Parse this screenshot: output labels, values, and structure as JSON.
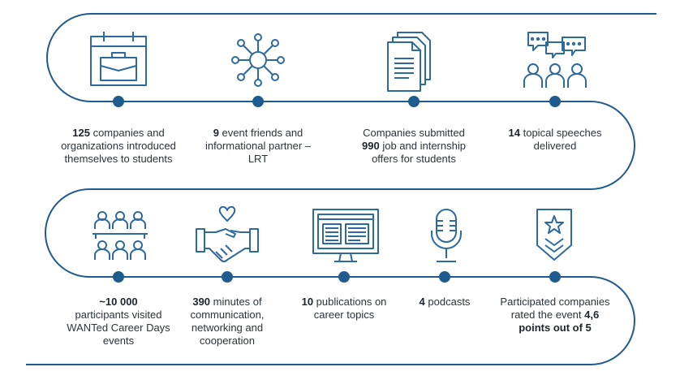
{
  "colors": {
    "path": "#1f5b8e",
    "icon": "#2c6aa0",
    "text": "#2b3440"
  },
  "milestones": [
    {
      "icon": "briefcase-calendar-icon",
      "parts": [
        {
          "text": "125",
          "bold": true
        },
        {
          "text": " companies and organizations introduced themselves to students",
          "bold": false
        }
      ]
    },
    {
      "icon": "network-hub-icon",
      "parts": [
        {
          "text": "9",
          "bold": true
        },
        {
          "text": " event friends and informational partner – LRT",
          "bold": false
        }
      ]
    },
    {
      "icon": "documents-icon",
      "parts": [
        {
          "text": "Companies submitted ",
          "bold": false
        },
        {
          "text": "990",
          "bold": true
        },
        {
          "text": " job and internship offers for students",
          "bold": false
        }
      ]
    },
    {
      "icon": "people-speech-bubbles-icon",
      "parts": [
        {
          "text": "14",
          "bold": true
        },
        {
          "text": " topical speeches delivered",
          "bold": false
        }
      ]
    },
    {
      "icon": "audience-icon",
      "parts": [
        {
          "text": "~10 000",
          "bold": true
        },
        {
          "text": " participants visited WANTed Career Days events",
          "bold": false
        }
      ]
    },
    {
      "icon": "handshake-heart-icon",
      "parts": [
        {
          "text": "390",
          "bold": true
        },
        {
          "text": " minutes of communication, networking and cooperation",
          "bold": false
        }
      ]
    },
    {
      "icon": "computer-screen-icon",
      "parts": [
        {
          "text": "10",
          "bold": true
        },
        {
          "text": " publications on career topics",
          "bold": false
        }
      ]
    },
    {
      "icon": "microphone-icon",
      "parts": [
        {
          "text": "4",
          "bold": true
        },
        {
          "text": " podcasts",
          "bold": false
        }
      ]
    },
    {
      "icon": "rating-badge-icon",
      "parts": [
        {
          "text": "Participated companies rated the event ",
          "bold": false
        },
        {
          "text": "4,6 points out of 5",
          "bold": true
        }
      ]
    }
  ]
}
